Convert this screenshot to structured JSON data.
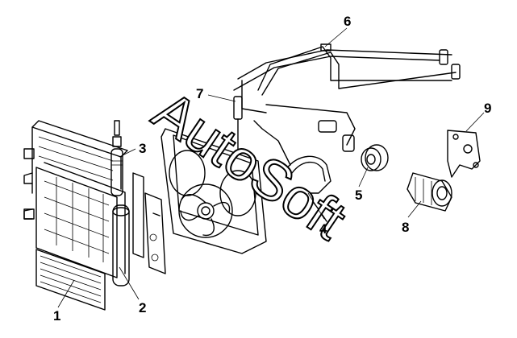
{
  "watermark": "AutoSoft",
  "callouts": [
    {
      "label": "1",
      "part": "condenser-screen"
    },
    {
      "label": "2",
      "part": "condenser"
    },
    {
      "label": "3",
      "part": "receiver-drier"
    },
    {
      "label": "4",
      "part": "fan-shroud-hoses"
    },
    {
      "label": "5",
      "part": "pulley"
    },
    {
      "label": "6",
      "part": "refrigerant-lines"
    },
    {
      "label": "7",
      "part": "line-connector"
    },
    {
      "label": "8",
      "part": "compressor"
    },
    {
      "label": "9",
      "part": "compressor-bracket"
    }
  ]
}
